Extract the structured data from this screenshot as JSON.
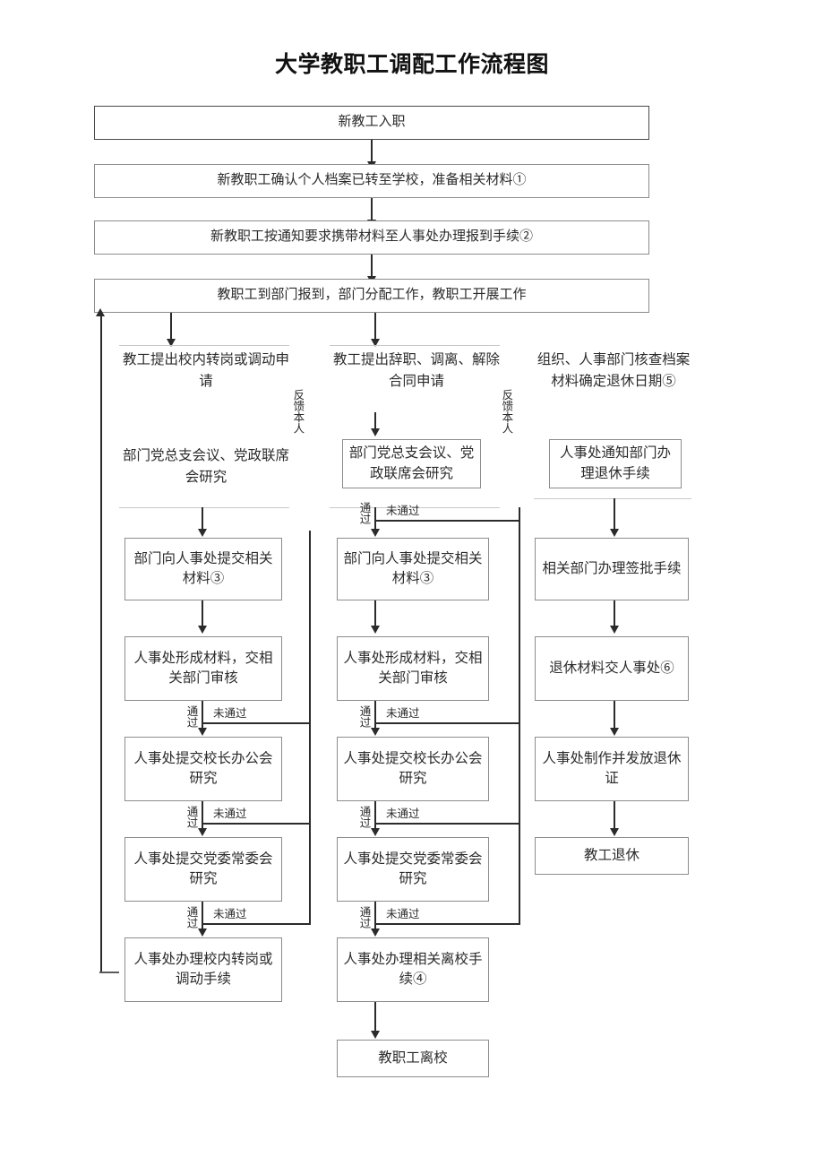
{
  "document": {
    "title": "大学教职工调配工作流程图"
  },
  "main_flow": [
    {
      "id": "n1",
      "label": "新教工入职"
    },
    {
      "id": "n2",
      "label": "新教职工确认个人档案已转至学校，准备相关材料①"
    },
    {
      "id": "n3",
      "label": "新教职工按通知要求携带材料至人事处办理报到手续②"
    },
    {
      "id": "n4",
      "label": "教职工到部门报到，部门分配工作，教职工开展工作"
    }
  ],
  "branches": {
    "left": {
      "name": "校内转岗或调动",
      "start_caption": "教工提出校内转岗或调动申请",
      "meeting_caption": "部门党总支会议、党政联席会研究",
      "nodes": [
        {
          "id": "l1",
          "label": "部门向人事处提交相关材料③"
        },
        {
          "id": "l2",
          "label": "人事处形成材料，交相关部门审核"
        },
        {
          "id": "l3",
          "label": "人事处提交校长办公会研究"
        },
        {
          "id": "l4",
          "label": "人事处提交党委常委会研究"
        },
        {
          "id": "l5",
          "label": "人事处办理校内转岗或调动手续"
        }
      ],
      "feedback_label": "反馈本人"
    },
    "middle": {
      "name": "辞职调离解除合同",
      "start_caption": "教工提出辞职、调离、解除合同申请",
      "meeting_box": "部门党总支会议、党政联席会研究",
      "nodes": [
        {
          "id": "m1",
          "label": "部门向人事处提交相关材料③"
        },
        {
          "id": "m2",
          "label": "人事处形成材料，交相关部门审核"
        },
        {
          "id": "m3",
          "label": "人事处提交校长办公会研究"
        },
        {
          "id": "m4",
          "label": "人事处提交党委常委会研究"
        },
        {
          "id": "m5",
          "label": "人事处办理相关离校手续④"
        },
        {
          "id": "m6",
          "label": "教职工离校"
        }
      ],
      "feedback_label": "反馈本人"
    },
    "right": {
      "name": "退休",
      "start_caption": "组织、人事部门核查档案材料确定退休日期⑤",
      "notice_box": "人事处通知部门办理退休手续",
      "nodes": [
        {
          "id": "r1",
          "label": "相关部门办理签批手续"
        },
        {
          "id": "r2",
          "label": "退休材料交人事处⑥"
        },
        {
          "id": "r3",
          "label": "人事处制作并发放退休证"
        },
        {
          "id": "r4",
          "label": "教工退休"
        }
      ]
    }
  },
  "edge_labels": {
    "pass": "通过",
    "fail": "未通过"
  },
  "colors": {
    "box_border": "#8c8c8c",
    "box_border_dark": "#4a4a4a",
    "line": "#2b2b2b",
    "text": "#2b2b2b",
    "background": "#ffffff"
  }
}
